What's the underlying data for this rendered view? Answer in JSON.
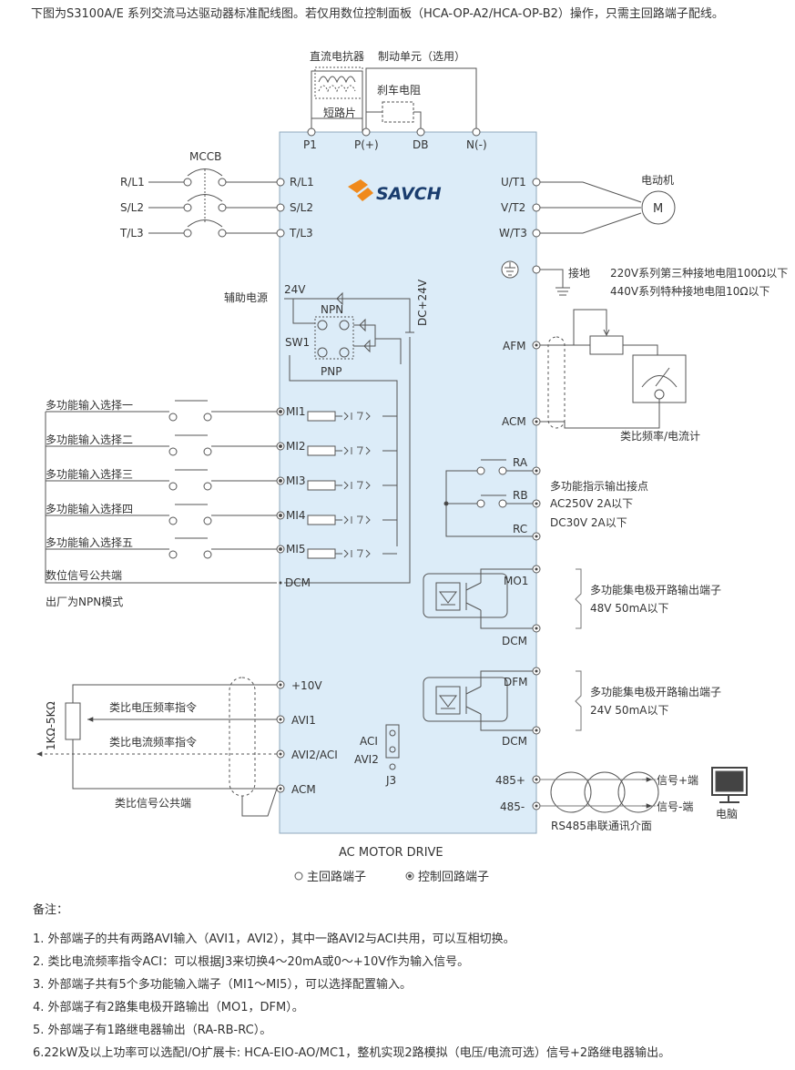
{
  "intro": "下图为S3100A/E 系列交流马达驱动器标准配线图。若仅用数位控制面板（HCA-OP-A2/HCA-OP-B2）操作，只需主回路端子配线。",
  "top": {
    "reactor": "直流电抗器",
    "brake_unit": "制动单元（选用）",
    "brake_resistor": "刹车电阻",
    "short_piece": "短路片",
    "terms": [
      "P1",
      "P(+)",
      "DB",
      "N(-)"
    ]
  },
  "logo": "SAVCH",
  "power": {
    "mccb": "MCCB",
    "inputs": [
      "R/L1",
      "S/L2",
      "T/L3"
    ],
    "inner_inputs": [
      "R/L1",
      "S/L2",
      "T/L3"
    ],
    "outputs": [
      "U/T1",
      "V/T2",
      "W/T3"
    ],
    "motor_label": "电动机",
    "motor_symbol": "M",
    "ground_label": "接地",
    "ground_note1": "220V系列第三种接地电阻100Ω以下",
    "ground_note2": "440V系列特种接地电阻10Ω以下"
  },
  "inputs": {
    "aux_power": "辅助电源",
    "v24": "24V",
    "dc24": "DC+24V",
    "npn": "NPN",
    "pnp": "PNP",
    "sw1": "SW1",
    "items": [
      {
        "label": "多功能输入选择一",
        "term": "MI1"
      },
      {
        "label": "多功能输入选择二",
        "term": "MI2"
      },
      {
        "label": "多功能输入选择三",
        "term": "MI3"
      },
      {
        "label": "多功能输入选择四",
        "term": "MI4"
      },
      {
        "label": "多功能输入选择五",
        "term": "MI5"
      }
    ],
    "common_label": "数位信号公共端",
    "common_term": "DCM",
    "factory_note": "出厂为NPN模式"
  },
  "analog_out": {
    "afm": "AFM",
    "acm": "ACM",
    "meter_label": "类比频率/电流计"
  },
  "relay": {
    "terms": [
      "RA",
      "RB",
      "RC"
    ],
    "note1": "多功能指示输出接点",
    "note2": "AC250V 2A以下",
    "note3": "DC30V 2A以下"
  },
  "mo1": {
    "term": "MO1",
    "dcm": "DCM",
    "note1": "多功能集电极开路输出端子",
    "note2": "48V 50mA以下"
  },
  "dfm": {
    "term": "DFM",
    "dcm": "DCM",
    "note1": "多功能集电极开路输出端子",
    "note2": "24V 50mA以下"
  },
  "analog_in": {
    "pot": "1KΩ-5KΩ",
    "v10": "+10V",
    "avi1": "AVI1",
    "avi2": "AVI2/ACI",
    "acm": "ACM",
    "volt_cmd": "类比电压频率指令",
    "curr_cmd": "类比电流频率指令",
    "common": "类比信号公共端",
    "j3_aci": "ACI",
    "j3_avi2": "AVI2",
    "j3": "J3"
  },
  "comm": {
    "p485": "485+",
    "n485": "485-",
    "sig_p": "信号+端",
    "sig_n": "信号-端",
    "pc": "电脑",
    "rs485": "RS485串联通讯介面"
  },
  "drive_label": "AC MOTOR DRIVE",
  "legend": {
    "main": "主回路端子",
    "ctrl": "控制回路端子"
  },
  "notes": {
    "title": "备注：",
    "lines": [
      "1. 外部端子的共有两路AVI输入（AVI1，AVI2），其中一路AVI2与ACI共用，可以互相切换。",
      "2. 类比电流频率指令ACI：可以根据J3来切换4～20mA或0～+10V作为输入信号。",
      "3. 外部端子共有5个多功能输入端子（MI1～MI5），可以选择配置输入。",
      "4. 外部端子有2路集电极开路输出（MO1，DFM）。",
      "5. 外部端子有1路继电器输出（RA-RB-RC）。",
      "6.22kW及以上功率可以选配I/O扩展卡: HCA-EIO-AO/MC1，整机实现2路模拟（电压/电流可选）信号+2路继电器输出。"
    ]
  },
  "colors": {
    "drive_fill": "#dcecf8",
    "drive_stroke": "#8fa9bd",
    "logo_orange": "#f08a1c",
    "logo_blue": "#1a3d6e"
  }
}
